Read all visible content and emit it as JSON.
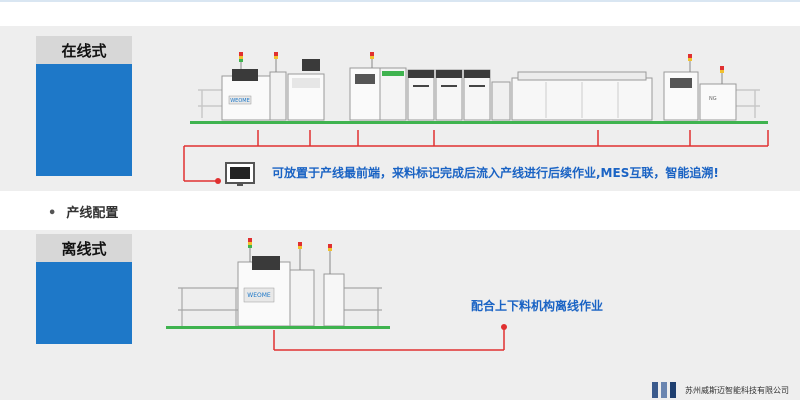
{
  "inline": {
    "label": "在线式",
    "caption": "可放置于产线最前端，来料标记完成后流入产线进行后续作业,MES互联，智能追溯!",
    "machine_badge": "WEOME",
    "ng_label": "NG"
  },
  "section_heading": "产线配置",
  "offline": {
    "label": "离线式",
    "caption": "配合上下料机构离线作业",
    "machine_badge": "WEOME"
  },
  "footer": {
    "company": "苏州威斯迈智能科技有限公司",
    "colors": [
      "#3a5a8c",
      "#6a85b0",
      "#1f3f70"
    ]
  },
  "colors": {
    "accent_blue": "#1e78c8",
    "wire_red": "#e03030",
    "rail_green": "#3fb34f",
    "caption_blue": "#1a63c4"
  }
}
